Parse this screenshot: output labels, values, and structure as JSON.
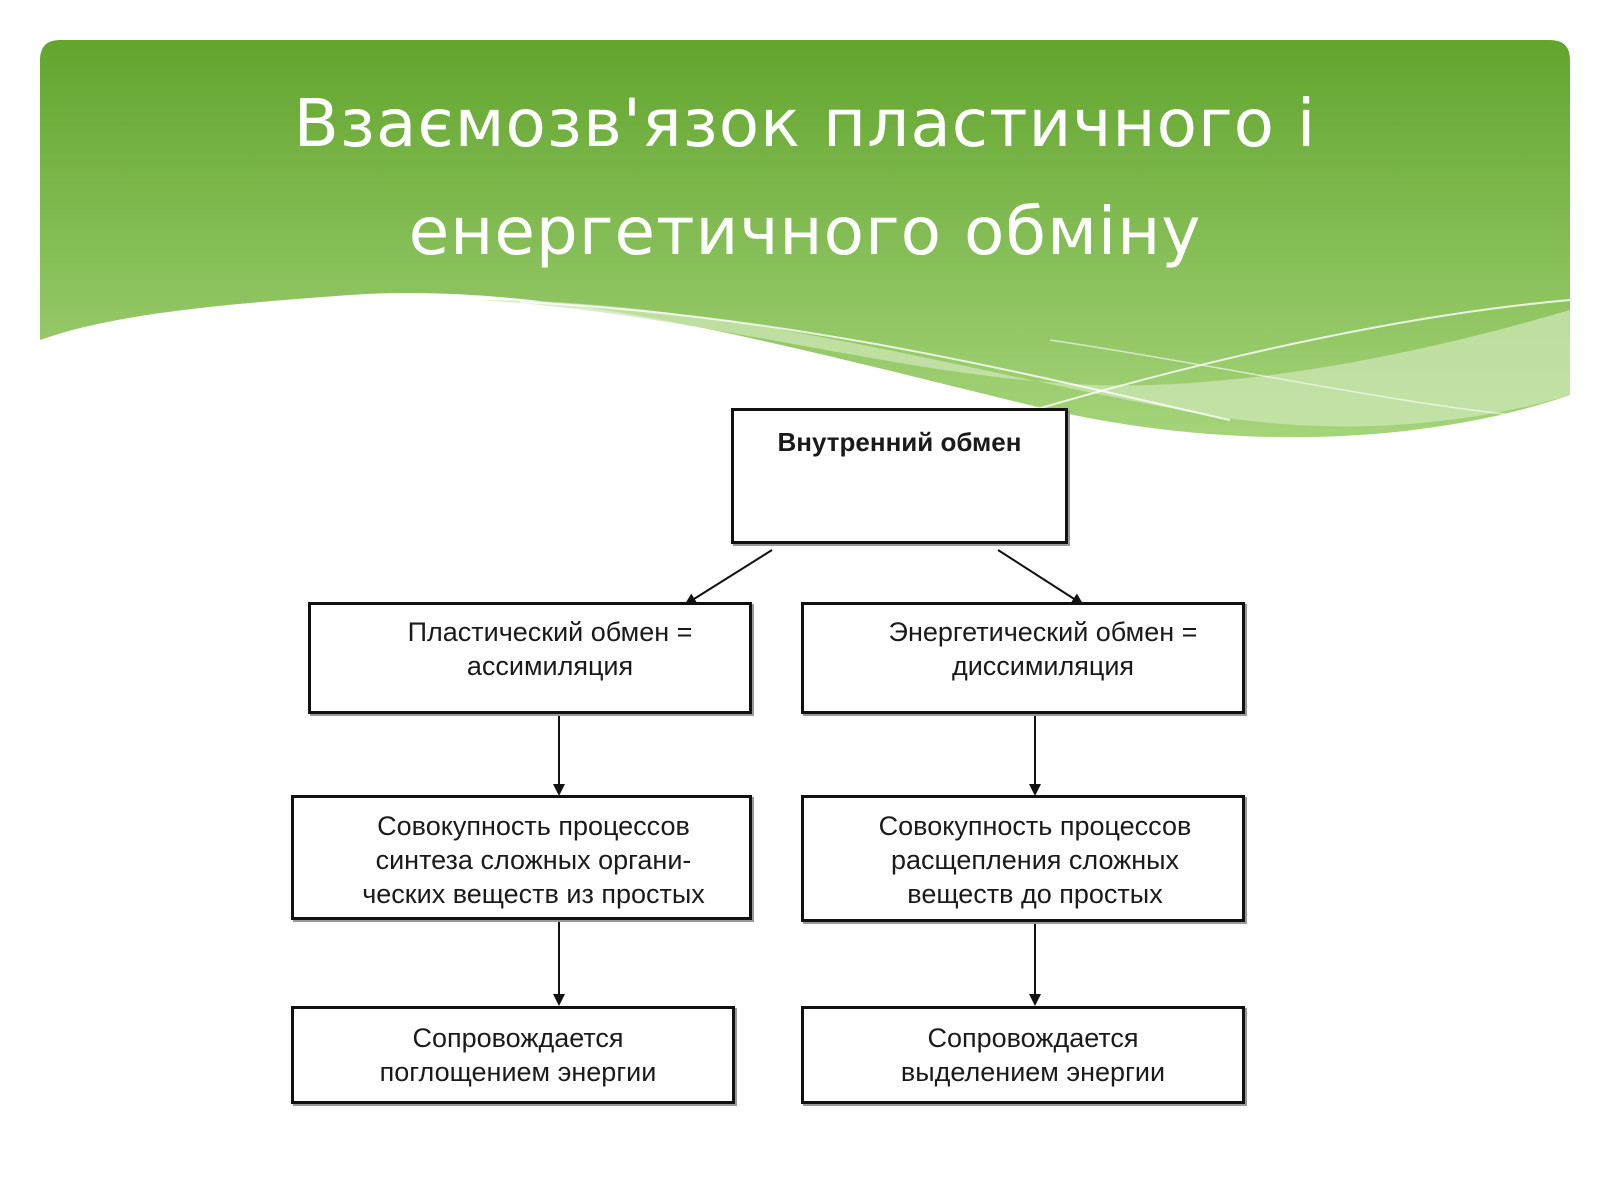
{
  "slide": {
    "title_line1": "Взаємозв'язок пластичного і",
    "title_line2": "енергетичного обміну",
    "colors": {
      "banner_top": "#62a52e",
      "banner_bottom": "#a5d47a",
      "wave": "#cde7b6",
      "text": "#ffffff"
    }
  },
  "diagram": {
    "root": {
      "label": "Внутренний обмен"
    },
    "left": {
      "type_line1": "Пластический  обмен =",
      "type_line2": "ассимиляция",
      "desc_line1": "Совокупность процессов",
      "desc_line2": "синтеза сложных  органи-",
      "desc_line3": "ческих веществ из простых",
      "energy_line1": "Сопровождается",
      "energy_line2": "поглощением  энергии"
    },
    "right": {
      "type_line1": "Энергетический   обмен =",
      "type_line2": "диссимиляция",
      "desc_line1": "Совокупность процессов",
      "desc_line2": "расщепления сложных",
      "desc_line3": "веществ до простых",
      "energy_line1": "Сопровождается",
      "energy_line2": "выделением  энергии"
    }
  }
}
